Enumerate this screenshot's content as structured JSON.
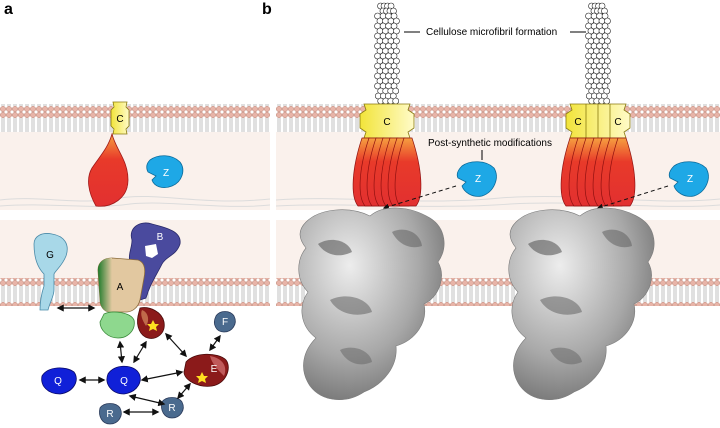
{
  "panels": {
    "a": {
      "letter": "a"
    },
    "b": {
      "letter": "b"
    }
  },
  "proteins_a": {
    "C": "C",
    "Z": "Z",
    "G": "G",
    "B": "B",
    "A": "A",
    "F": "F",
    "E": "E",
    "Q1": "Q",
    "Q2": "Q",
    "R1": "R",
    "R2": "R"
  },
  "proteins_b": {
    "C_left": "C",
    "Z_left": "Z",
    "C_right_1": "C",
    "C_right_2": "C",
    "Z_right": "Z"
  },
  "annotations": {
    "microfibril": "Cellulose microfibril formation",
    "modifications": "Post-synthetic modifications"
  },
  "colors": {
    "membrane_head": "#e8b4a8",
    "membrane_band": "#f8eee8",
    "catalytic_red": "#e03030",
    "cellulose_synthase_yellow": "#f4ec3a",
    "z_blue": "#1ea8e6",
    "g_lightblue": "#a8d8e8",
    "b_purple": "#4a4a9e",
    "a_tan": "#e2c8a0",
    "a_green": "#2e8b3a",
    "lightgreen": "#8ed88e",
    "e_darkred": "#8b1a1a",
    "q_blue": "#1020d8",
    "rf_slate": "#4a6a8e",
    "star_yellow": "#ffe020",
    "em_gray": "#9a9a9a"
  }
}
